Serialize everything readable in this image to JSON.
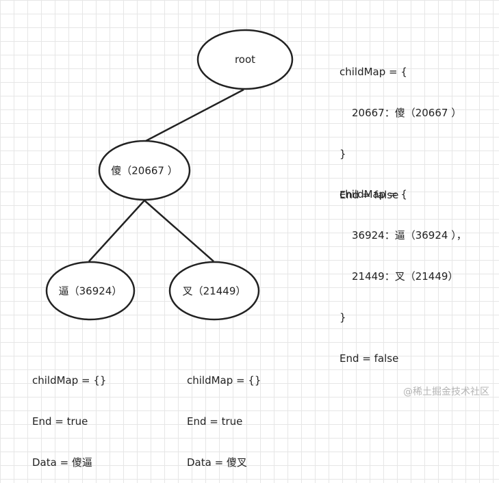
{
  "nodes": {
    "root": {
      "label": "root"
    },
    "sha": {
      "label": "傻（20667 ）"
    },
    "bi": {
      "label": "逼（36924）"
    },
    "cha": {
      "label": "叉（21449）"
    }
  },
  "notes": {
    "root": {
      "line1": "childMap = {",
      "line2": "20667：傻（20667 ）",
      "line3": "}",
      "line4": "End = false"
    },
    "sha": {
      "line1": "childMap = {",
      "line2": "36924：逼（36924 ），",
      "line3": "21449：叉（21449）",
      "line4": "}",
      "line5": "End = false"
    },
    "bi": {
      "line1": "childMap = {}",
      "line2": "End = true",
      "line3": "Data = 傻逼"
    },
    "cha": {
      "line1": "childMap = {}",
      "line2": "End = true",
      "line3": "Data = 傻叉"
    }
  },
  "watermark": "@稀土掘金技术社区"
}
